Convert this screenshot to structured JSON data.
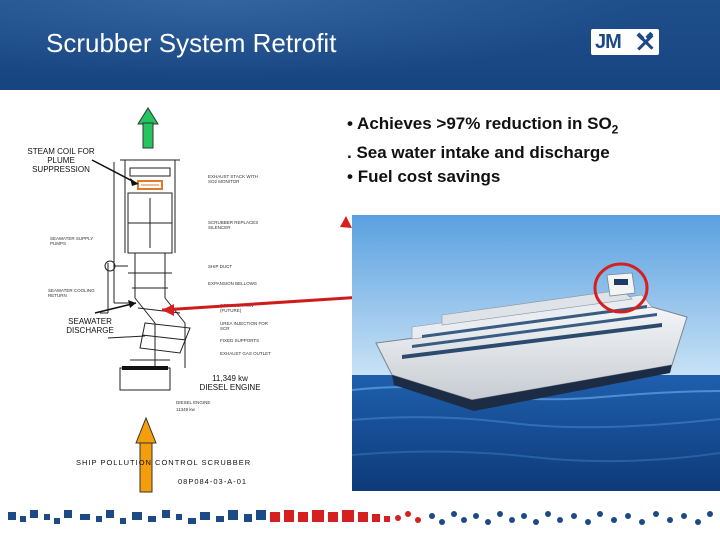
{
  "slide": {
    "title": "Scrubber System Retrofit",
    "logo_text": "JM",
    "bullets": [
      {
        "prefix": "• ",
        "text": "Achieves >97% reduction in SO",
        "sub": "2"
      },
      {
        "prefix": ". ",
        "text": "Sea water intake and discharge",
        "sub": ""
      },
      {
        "prefix": "• ",
        "text": "Fuel cost savings",
        "sub": ""
      }
    ]
  },
  "diagram": {
    "steam_coil_label": "STEAM COIL FOR PLUME SUPPRESSION",
    "seawater_discharge_label": "SEAWATER DISCHARGE",
    "engine_label_line1": "11,349 kw",
    "engine_label_line2": "DIESEL ENGINE",
    "caption": "SHIP POLLUTION CONTROL SCRUBBER",
    "drawing_number": "08P084-03-A-01",
    "small_labels": {
      "exhaust_stack": "EXHAUST STACK WITH SO2 MONITOR",
      "scrubber_silencer": "SCRUBBER REPLACES SILENCER",
      "seawater_supply": "SEAWATER SUPPLY PUMPS",
      "ship_duct": "SHIP DUCT",
      "expansion_bellows": "EXPANSION BELLOWS",
      "seawater_return": "SEAWATER COOLING RETURN",
      "scr_location": "SCR LOCATION (FUTURE)",
      "urea_injection": "UREA INJECTION FOR SCR",
      "fixed_supports": "FIXED SUPPORTS",
      "exhaust_outlet": "EXHAUST GAS OUTLET",
      "diesel_engine": "DIESEL ENGINE",
      "engine_kw": "11349 kw"
    }
  },
  "colors": {
    "header_bg": "#1b4a86",
    "arrow_green": "#22c55e",
    "arrow_orange": "#f59e0b",
    "highlight_red": "#d61f1f",
    "footer_blue": "#1b4a86",
    "footer_red": "#d61f1f"
  }
}
